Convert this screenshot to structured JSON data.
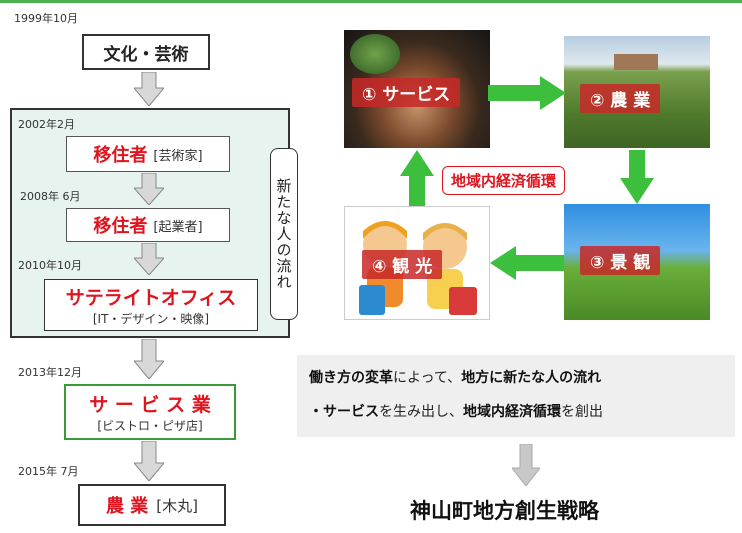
{
  "timeline": {
    "d1": "1999年10月",
    "culture": "文化・芸術",
    "d2": "2002年2月",
    "settler1": "移住者",
    "settler1_sub": "[芸術家]",
    "d3": "2008年 6月",
    "settler2": "移住者",
    "settler2_sub": "[起業者]",
    "d4": "2010年10月",
    "satellite": "サテライトオフィス",
    "satellite_sub": "[IT・デザイン・映像]",
    "d5": "2013年12月",
    "service": "サ ー ビ ス 業",
    "service_sub": "[ビストロ・ピザ店]",
    "d6": "2015年 7月",
    "agri": "農 業",
    "agri_sub": "[木丸]",
    "new_flow": "新たな人の流れ"
  },
  "cycle": {
    "label": "地域内経済循環",
    "n1": "① サービス",
    "n2": "② 農 業",
    "n3": "③ 景 観",
    "n4": "④ 観 光"
  },
  "note": {
    "line1_a": "働き方の変革",
    "line1_b": "によって、",
    "line1_c": "地方に新たな人の流れ",
    "line2_a": "・サービス",
    "line2_b": "を生み出し、",
    "line2_c": "地域内経済循環",
    "line2_d": "を創出"
  },
  "strategy": "神山町地方創生戦略",
  "colors": {
    "accent_red": "#e0141e",
    "arrow_green": "#3cbf3c",
    "panel_green": "#e6f3ee"
  }
}
